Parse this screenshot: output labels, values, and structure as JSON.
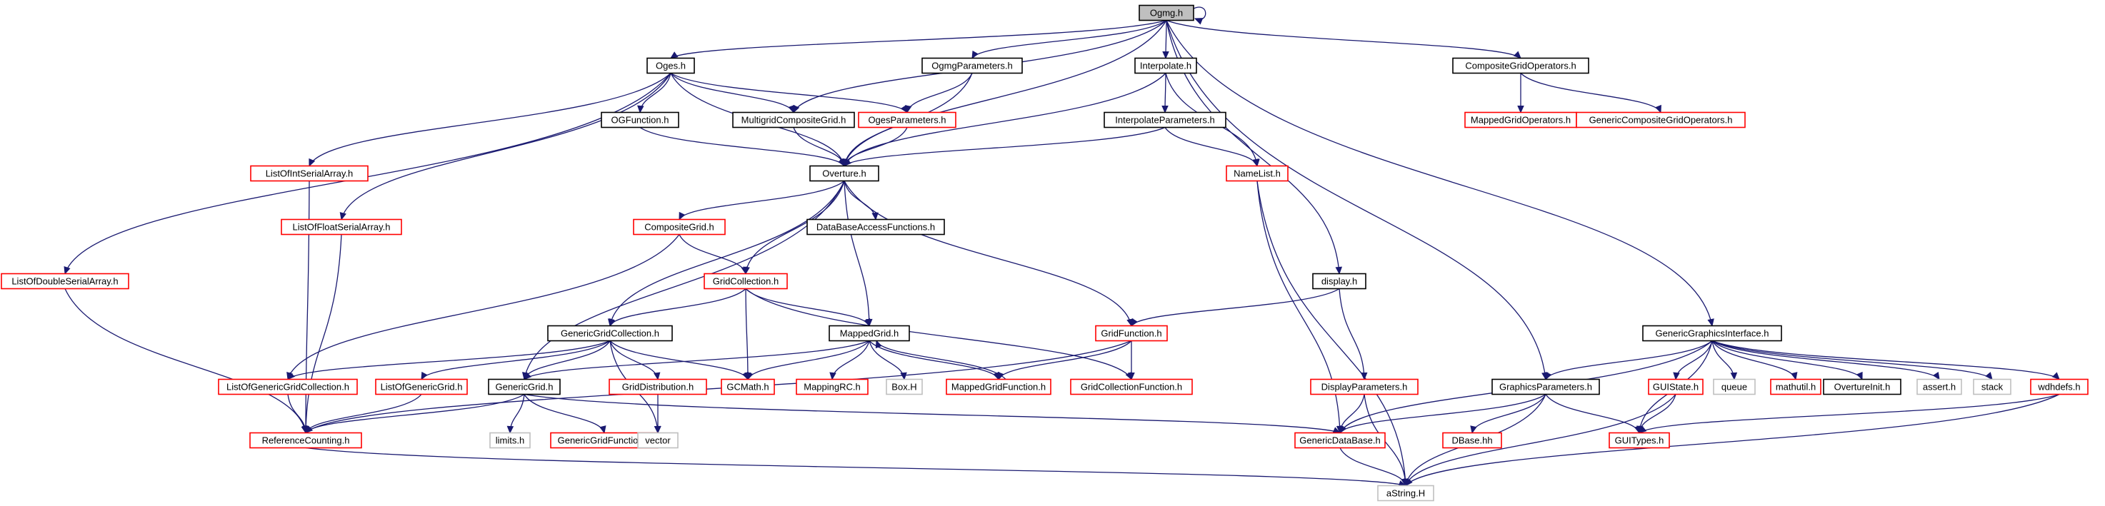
{
  "colors": {
    "edge": "#191970",
    "documented": "#000000",
    "truncated": "#ff0000",
    "external": "#bfbfbf",
    "root_fill": "#bfbfbf"
  },
  "nodes": [
    {
      "id": "ogmg",
      "label": "Ogmg.h",
      "kind": "root"
    },
    {
      "id": "oges",
      "label": "Oges.h",
      "kind": "black"
    },
    {
      "id": "ogmgparams",
      "label": "OgmgParameters.h",
      "kind": "black"
    },
    {
      "id": "interpolate",
      "label": "Interpolate.h",
      "kind": "black"
    },
    {
      "id": "cgops",
      "label": "CompositeGridOperators.h",
      "kind": "black"
    },
    {
      "id": "ogfunction",
      "label": "OGFunction.h",
      "kind": "black"
    },
    {
      "id": "multigrid",
      "label": "MultigridCompositeGrid.h",
      "kind": "black"
    },
    {
      "id": "ogesparams",
      "label": "OgesParameters.h",
      "kind": "red"
    },
    {
      "id": "interpparams",
      "label": "InterpolateParameters.h",
      "kind": "black"
    },
    {
      "id": "mgops",
      "label": "MappedGridOperators.h",
      "kind": "red"
    },
    {
      "id": "gcgops",
      "label": "GenericCompositeGridOperators.h",
      "kind": "red"
    },
    {
      "id": "intarray",
      "label": "ListOfIntSerialArray.h",
      "kind": "red"
    },
    {
      "id": "overture",
      "label": "Overture.h",
      "kind": "black"
    },
    {
      "id": "namelist",
      "label": "NameList.h",
      "kind": "red"
    },
    {
      "id": "floatarray",
      "label": "ListOfFloatSerialArray.h",
      "kind": "red"
    },
    {
      "id": "compgrid",
      "label": "CompositeGrid.h",
      "kind": "red"
    },
    {
      "id": "dbaccess",
      "label": "DataBaseAccessFunctions.h",
      "kind": "black"
    },
    {
      "id": "doublearray",
      "label": "ListOfDoubleSerialArray.h",
      "kind": "red"
    },
    {
      "id": "gridcoll",
      "label": "GridCollection.h",
      "kind": "red"
    },
    {
      "id": "display",
      "label": "display.h",
      "kind": "black"
    },
    {
      "id": "gengridcoll",
      "label": "GenericGridCollection.h",
      "kind": "black"
    },
    {
      "id": "mappedgrid",
      "label": "MappedGrid.h",
      "kind": "black"
    },
    {
      "id": "gridfunction",
      "label": "GridFunction.h",
      "kind": "red"
    },
    {
      "id": "ggi",
      "label": "GenericGraphicsInterface.h",
      "kind": "black"
    },
    {
      "id": "listgengridcoll",
      "label": "ListOfGenericGridCollection.h",
      "kind": "red"
    },
    {
      "id": "listgengrid",
      "label": "ListOfGenericGrid.h",
      "kind": "red"
    },
    {
      "id": "genericgrid",
      "label": "GenericGrid.h",
      "kind": "black"
    },
    {
      "id": "griddist",
      "label": "GridDistribution.h",
      "kind": "red"
    },
    {
      "id": "gcmath",
      "label": "GCMath.h",
      "kind": "red"
    },
    {
      "id": "mappingrc",
      "label": "MappingRC.h",
      "kind": "red"
    },
    {
      "id": "boxh",
      "label": "Box.H",
      "kind": "gray"
    },
    {
      "id": "mgfunction",
      "label": "MappedGridFunction.h",
      "kind": "red"
    },
    {
      "id": "gcfunction",
      "label": "GridCollectionFunction.h",
      "kind": "red"
    },
    {
      "id": "dispparams",
      "label": "DisplayParameters.h",
      "kind": "red"
    },
    {
      "id": "graphparams",
      "label": "GraphicsParameters.h",
      "kind": "black"
    },
    {
      "id": "guistate",
      "label": "GUIState.h",
      "kind": "red"
    },
    {
      "id": "queue",
      "label": "queue",
      "kind": "gray"
    },
    {
      "id": "mathutil",
      "label": "mathutil.h",
      "kind": "red"
    },
    {
      "id": "ovinit",
      "label": "OvertureInit.h",
      "kind": "black"
    },
    {
      "id": "asserth",
      "label": "assert.h",
      "kind": "gray"
    },
    {
      "id": "stack",
      "label": "stack",
      "kind": "gray"
    },
    {
      "id": "wdhdefs",
      "label": "wdhdefs.h",
      "kind": "red"
    },
    {
      "id": "refcount",
      "label": "ReferenceCounting.h",
      "kind": "red"
    },
    {
      "id": "limits",
      "label": "limits.h",
      "kind": "gray"
    },
    {
      "id": "ggfunction",
      "label": "GenericGridFunction.h",
      "kind": "red"
    },
    {
      "id": "vector",
      "label": "vector",
      "kind": "gray"
    },
    {
      "id": "gendb",
      "label": "GenericDataBase.h",
      "kind": "red"
    },
    {
      "id": "dbasehh",
      "label": "DBase.hh",
      "kind": "red"
    },
    {
      "id": "guitypes",
      "label": "GUITypes.h",
      "kind": "red"
    },
    {
      "id": "astring",
      "label": "aString.H",
      "kind": "gray"
    }
  ],
  "edges": [
    [
      "ogmg",
      "ogmg"
    ],
    [
      "ogmg",
      "oges"
    ],
    [
      "ogmg",
      "multigrid"
    ],
    [
      "ogmg",
      "ogmgparams"
    ],
    [
      "ogmg",
      "interpolate"
    ],
    [
      "ogmg",
      "overture"
    ],
    [
      "ogmg",
      "cgops"
    ],
    [
      "ogmg",
      "display"
    ],
    [
      "ogmg",
      "graphparams"
    ],
    [
      "ogmg",
      "ggi"
    ],
    [
      "oges",
      "ogfunction"
    ],
    [
      "oges",
      "multigrid"
    ],
    [
      "oges",
      "ogesparams"
    ],
    [
      "oges",
      "overture"
    ],
    [
      "oges",
      "intarray"
    ],
    [
      "oges",
      "floatarray"
    ],
    [
      "oges",
      "doublearray"
    ],
    [
      "ogmgparams",
      "ogesparams"
    ],
    [
      "ogmgparams",
      "overture"
    ],
    [
      "interpolate",
      "interpparams"
    ],
    [
      "interpolate",
      "overture"
    ],
    [
      "interpolate",
      "namelist"
    ],
    [
      "cgops",
      "mgops"
    ],
    [
      "cgops",
      "gcgops"
    ],
    [
      "ogfunction",
      "overture"
    ],
    [
      "multigrid",
      "overture"
    ],
    [
      "ogesparams",
      "overture"
    ],
    [
      "interpparams",
      "overture"
    ],
    [
      "interpparams",
      "namelist"
    ],
    [
      "intarray",
      "refcount"
    ],
    [
      "floatarray",
      "refcount"
    ],
    [
      "doublearray",
      "refcount"
    ],
    [
      "namelist",
      "gendb"
    ],
    [
      "namelist",
      "astring"
    ],
    [
      "overture",
      "compgrid"
    ],
    [
      "overture",
      "dbaccess"
    ],
    [
      "overture",
      "gridcoll"
    ],
    [
      "overture",
      "gengridcoll"
    ],
    [
      "overture",
      "genericgrid"
    ],
    [
      "overture",
      "mappedgrid"
    ],
    [
      "overture",
      "gridfunction"
    ],
    [
      "compgrid",
      "gridcoll"
    ],
    [
      "compgrid",
      "listgengridcoll"
    ],
    [
      "gridcoll",
      "gengridcoll"
    ],
    [
      "gridcoll",
      "mappedgrid"
    ],
    [
      "gridcoll",
      "gcmath"
    ],
    [
      "gridcoll",
      "gcfunction"
    ],
    [
      "gengridcoll",
      "listgengridcoll"
    ],
    [
      "gengridcoll",
      "listgengrid"
    ],
    [
      "gengridcoll",
      "genericgrid"
    ],
    [
      "gengridcoll",
      "griddist"
    ],
    [
      "gengridcoll",
      "gcmath"
    ],
    [
      "gengridcoll",
      "vector"
    ],
    [
      "mappedgrid",
      "genericgrid"
    ],
    [
      "mappedgrid",
      "gcmath"
    ],
    [
      "mappedgrid",
      "mappingrc"
    ],
    [
      "mappedgrid",
      "boxh"
    ],
    [
      "mappedgrid",
      "mgfunction"
    ],
    [
      "mgfunction",
      "mappedgrid"
    ],
    [
      "gridfunction",
      "mgfunction"
    ],
    [
      "gridfunction",
      "gcfunction"
    ],
    [
      "gridfunction",
      "refcount"
    ],
    [
      "listgengridcoll",
      "refcount"
    ],
    [
      "listgengrid",
      "refcount"
    ],
    [
      "genericgrid",
      "refcount"
    ],
    [
      "genericgrid",
      "limits"
    ],
    [
      "genericgrid",
      "ggfunction"
    ],
    [
      "genericgrid",
      "gendb"
    ],
    [
      "griddist",
      "vector"
    ],
    [
      "display",
      "gridfunction"
    ],
    [
      "display",
      "dispparams"
    ],
    [
      "dispparams",
      "gendb"
    ],
    [
      "dispparams",
      "astring"
    ],
    [
      "ggi",
      "gendb"
    ],
    [
      "ggi",
      "graphparams"
    ],
    [
      "ggi",
      "guistate"
    ],
    [
      "ggi",
      "guitypes"
    ],
    [
      "ggi",
      "queue"
    ],
    [
      "ggi",
      "mathutil"
    ],
    [
      "ggi",
      "ovinit"
    ],
    [
      "ggi",
      "asserth"
    ],
    [
      "ggi",
      "stack"
    ],
    [
      "ggi",
      "wdhdefs"
    ],
    [
      "graphparams",
      "gendb"
    ],
    [
      "graphparams",
      "dbasehh"
    ],
    [
      "graphparams",
      "guitypes"
    ],
    [
      "graphparams",
      "astring"
    ],
    [
      "guistate",
      "guitypes"
    ],
    [
      "guistate",
      "astring"
    ],
    [
      "wdhdefs",
      "guitypes"
    ],
    [
      "wdhdefs",
      "astring"
    ],
    [
      "refcount",
      "astring"
    ],
    [
      "gendb",
      "astring"
    ]
  ]
}
